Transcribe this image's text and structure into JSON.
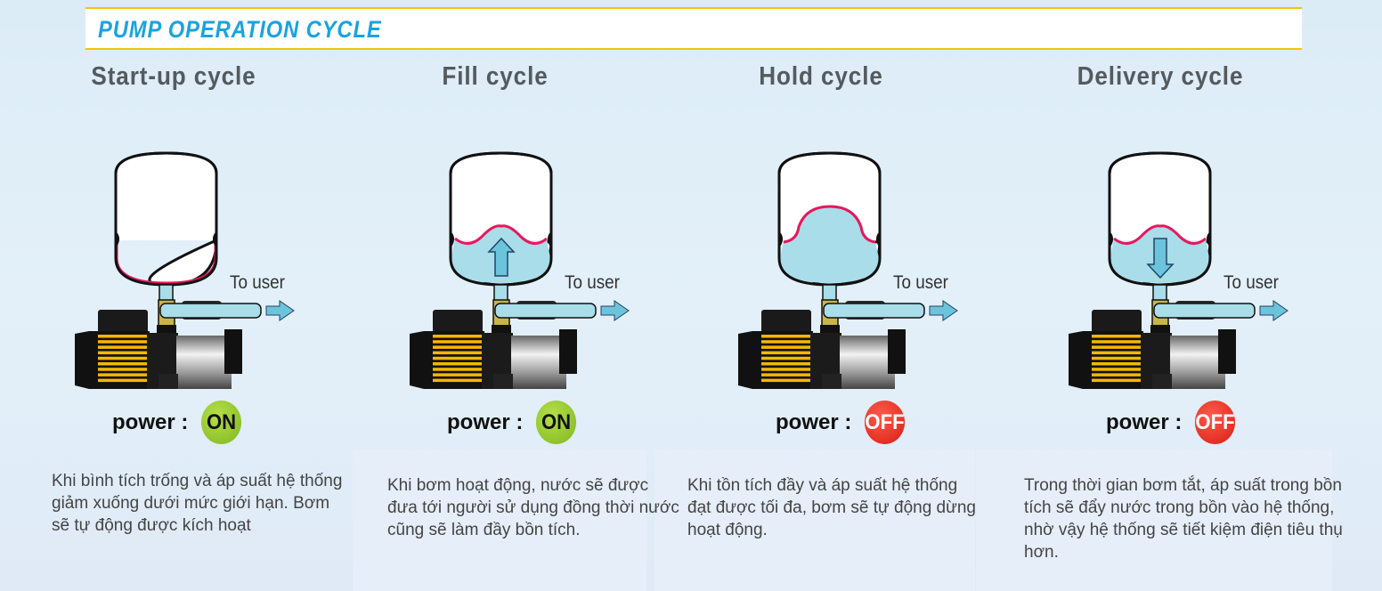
{
  "title": "PUMP OPERATION CYCLE",
  "to_user_label": "To user",
  "power_label": "power :",
  "colors": {
    "accent": "#1aa3e0",
    "banner_border": "#f5c400",
    "water": "#a8dde9",
    "membrane": "#e8175d",
    "on": "#8cc425",
    "off": "#e3261b"
  },
  "cycles": [
    {
      "heading": "Start-up cycle",
      "state": "startup",
      "power": "ON",
      "description": "Khi bình tích trống và áp suất hệ thống giảm xuống dưới mức giới hạn. Bơm sẽ tự động được kích hoạt"
    },
    {
      "heading": "Fill cycle",
      "state": "fill",
      "power": "ON",
      "description": "Khi bơm hoạt động, nước sẽ được đưa tới người sử dụng đồng thời nước cũng sẽ làm đầy bồn tích."
    },
    {
      "heading": "Hold cycle",
      "state": "hold",
      "power": "OFF",
      "description": "Khi tồn tích đầy và áp suất hệ thống đạt được tối đa, bơm sẽ tự động dừng hoạt động."
    },
    {
      "heading": "Delivery cycle",
      "state": "delivery",
      "power": "OFF",
      "description": "Trong thời gian bơm tắt, áp suất trong bồn tích sẽ đẩy nước trong bồn vào hệ thống, nhờ vậy hệ thống sẽ tiết kiệm điện tiêu thụ hơn."
    }
  ]
}
